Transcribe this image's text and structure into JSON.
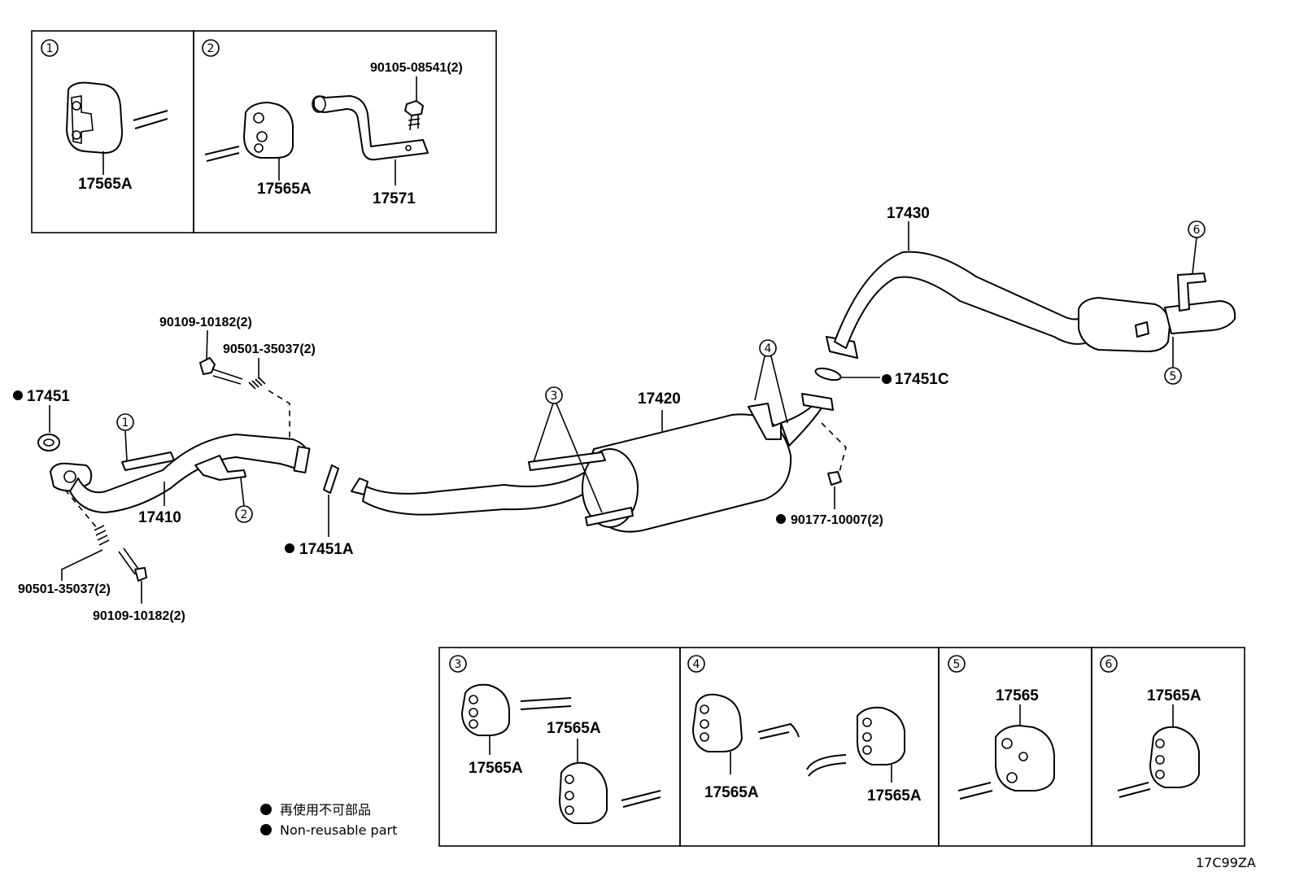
{
  "callouts": {
    "c1": "1",
    "c2": "2",
    "c3": "3",
    "c4": "4",
    "c5": "5",
    "c6": "6"
  },
  "box1": {
    "part": "17565A"
  },
  "box2": {
    "part_a": "17565A",
    "part_b": "17571",
    "bolt": "90105-08541(2)"
  },
  "box3": {
    "part_a": "17565A",
    "part_b": "17565A"
  },
  "box4": {
    "part_a": "17565A",
    "part_b": "17565A"
  },
  "box5": {
    "part": "17565"
  },
  "box6": {
    "part": "17565A"
  },
  "main": {
    "p17430": "17430",
    "p17420": "17420",
    "p17410": "17410",
    "p17451": "17451",
    "p17451A": "17451A",
    "p17451C": "17451C",
    "bolt_top": "90109-10182(2)",
    "spring_top": "90501-35037(2)",
    "spring_bottom": "90501-35037(2)",
    "bolt_bottom": "90109-10182(2)",
    "nut": "90177-10007(2)"
  },
  "legend": {
    "jp": "再使用不可部品",
    "en": "Non-reusable part"
  },
  "diagram_code": "17C99ZA"
}
